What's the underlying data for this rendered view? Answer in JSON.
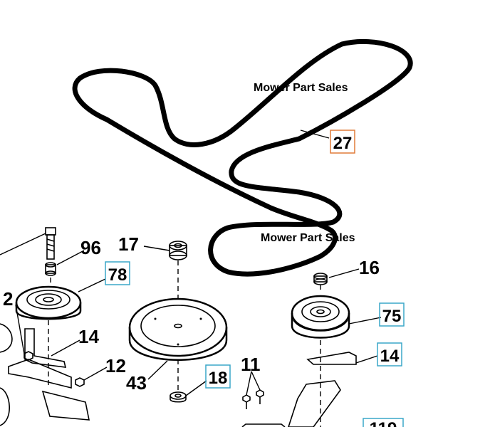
{
  "watermarks": [
    "Mower Part Sales",
    "Mower Part Sales"
  ],
  "callouts": [
    {
      "id": "27",
      "boxed": true,
      "box_color": "#e07b39"
    },
    {
      "id": "96",
      "boxed": false
    },
    {
      "id": "17",
      "boxed": false
    },
    {
      "id": "78",
      "boxed": true,
      "box_color": "#3aa7c9"
    },
    {
      "id": "16",
      "boxed": false
    },
    {
      "id": "2",
      "boxed": false
    },
    {
      "id": "14",
      "boxed": false
    },
    {
      "id": "75",
      "boxed": true,
      "box_color": "#3aa7c9"
    },
    {
      "id": "12",
      "boxed": false
    },
    {
      "id": "14",
      "boxed": true,
      "box_color": "#3aa7c9"
    },
    {
      "id": "11",
      "boxed": false
    },
    {
      "id": "43",
      "boxed": false
    },
    {
      "id": "18",
      "boxed": true,
      "box_color": "#3aa7c9"
    },
    {
      "id": "119",
      "boxed": true,
      "box_color": "#3aa7c9"
    }
  ]
}
